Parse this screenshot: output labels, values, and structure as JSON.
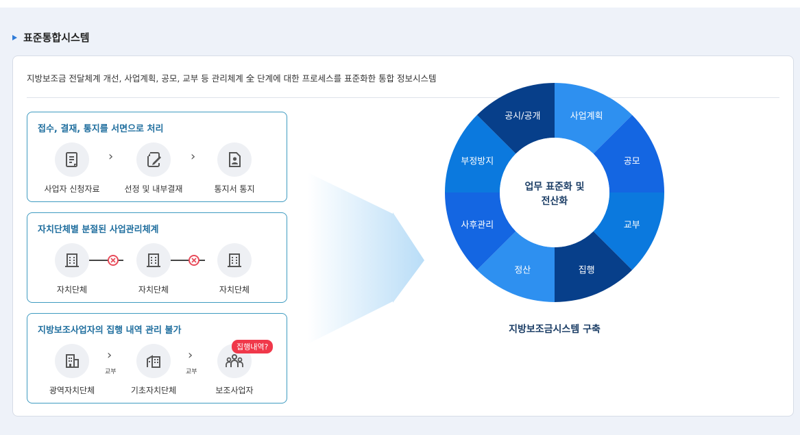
{
  "section": {
    "title": "표준통합시스템"
  },
  "description": "지방보조금 전달체계 개선, 사업계획, 공모, 교부 등 관리체계 全 단계에 대한 프로세스를 표준화한 통합 정보시스템",
  "boxes": [
    {
      "title": "접수, 결재, 통지를 서면으로 처리",
      "items": [
        {
          "label": "사업자 신청자료",
          "icon": "document-icon"
        },
        {
          "label": "선정 및 내부결재",
          "icon": "edit-document-icon"
        },
        {
          "label": "통지서 통지",
          "icon": "person-document-icon"
        }
      ]
    },
    {
      "title": "자치단체별 분절된 사업관리체계",
      "items": [
        {
          "label": "자치단체",
          "icon": "building-icon"
        },
        {
          "label": "자치단체",
          "icon": "building-icon"
        },
        {
          "label": "자치단체",
          "icon": "building-icon"
        }
      ]
    },
    {
      "title": "지방보조사업자의 집행 내역 관리 불가",
      "items": [
        {
          "label": "광역자치단체",
          "icon": "large-building-icon"
        },
        {
          "label": "기초자치단체",
          "icon": "small-building-icon"
        },
        {
          "label": "보조사업자",
          "icon": "group-icon"
        }
      ],
      "arrow_labels": [
        "교부",
        "교부"
      ],
      "badge": "집행내역?"
    }
  ],
  "wheel": {
    "center": [
      "업무 표준화 및",
      "전산화"
    ],
    "segments": [
      {
        "label": "사업계획",
        "color": "#2e90f0"
      },
      {
        "label": "공모",
        "color": "#1466e2"
      },
      {
        "label": "교부",
        "color": "#0b79de"
      },
      {
        "label": "집행",
        "color": "#073f8a"
      },
      {
        "label": "정산",
        "color": "#2e90f0"
      },
      {
        "label": "사후관리",
        "color": "#1466e2"
      },
      {
        "label": "부정방지",
        "color": "#0b79de"
      },
      {
        "label": "공시/공개",
        "color": "#073f8a"
      }
    ]
  },
  "bottom_label": "지방보조금시스템 구축"
}
